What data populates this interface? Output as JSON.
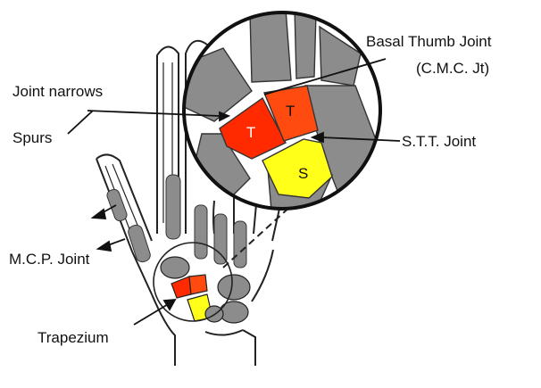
{
  "labels": {
    "basal_thumb_joint": "Basal Thumb Joint",
    "cmc_joint": "(C.M.C. Jt)",
    "joint_narrows": "Joint narrows",
    "spurs": "Spurs",
    "stt_joint": "S.T.T. Joint",
    "mcp_joint": "M.C.P. Joint",
    "trapezium": "Trapezium"
  },
  "bone_letters": {
    "trapezium_letter": "T",
    "trapezoid_letter": "T",
    "scaphoid_letter": "S"
  },
  "colors": {
    "trapezium": "#ff2a00",
    "trapezoid": "#ff4a10",
    "scaphoid": "#ffff1a",
    "bone_gray": "#8c8c8c",
    "outline": "#222222"
  }
}
